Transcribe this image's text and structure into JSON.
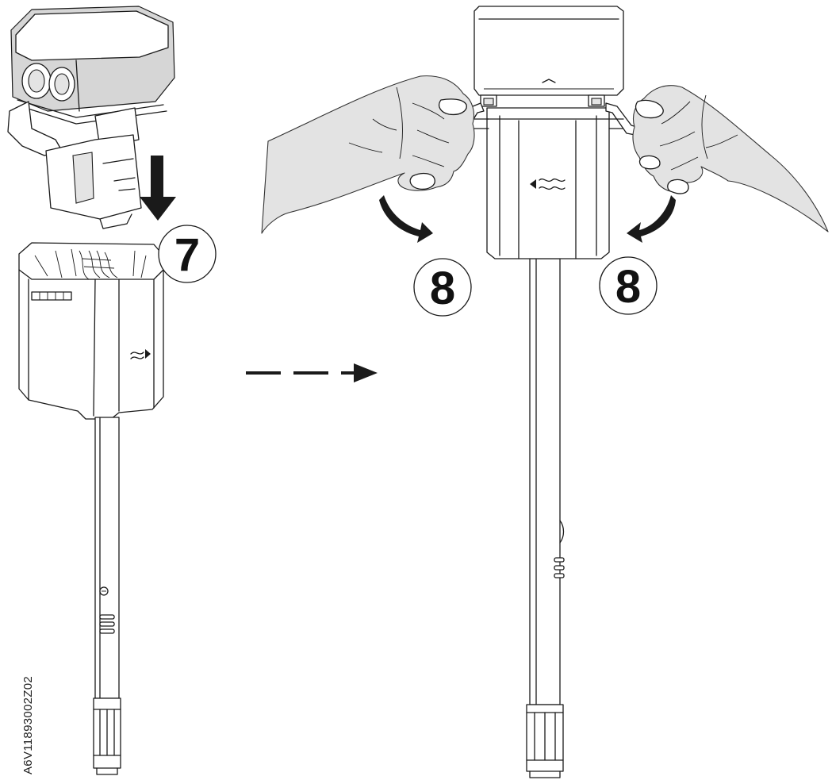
{
  "figure": {
    "document_id": "A6V11893002Z02",
    "steps": [
      {
        "number": "7"
      },
      {
        "number": "8"
      },
      {
        "number": "8"
      }
    ]
  }
}
